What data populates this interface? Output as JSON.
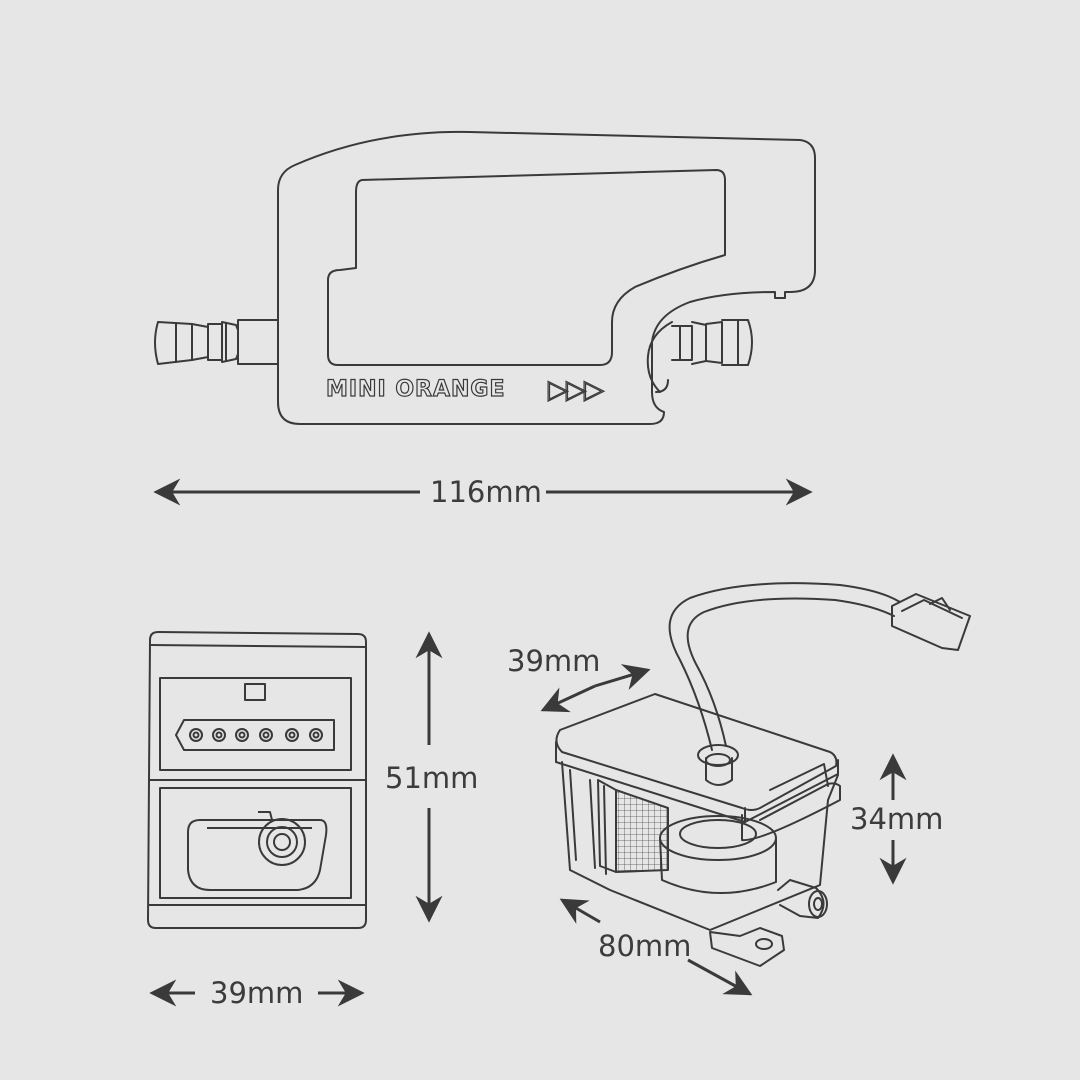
{
  "product": {
    "brand_label": "MINI ORANGE",
    "brand_arrows": "▷▷▷"
  },
  "dimensions": {
    "top_length": "116mm",
    "front_height": "51mm",
    "front_width": "39mm",
    "iso_depth": "39mm",
    "iso_height": "34mm",
    "iso_length": "80mm"
  },
  "colors": {
    "background": "#e6e6e6",
    "line": "#3a3a3a",
    "text": "#3c3c3c"
  }
}
